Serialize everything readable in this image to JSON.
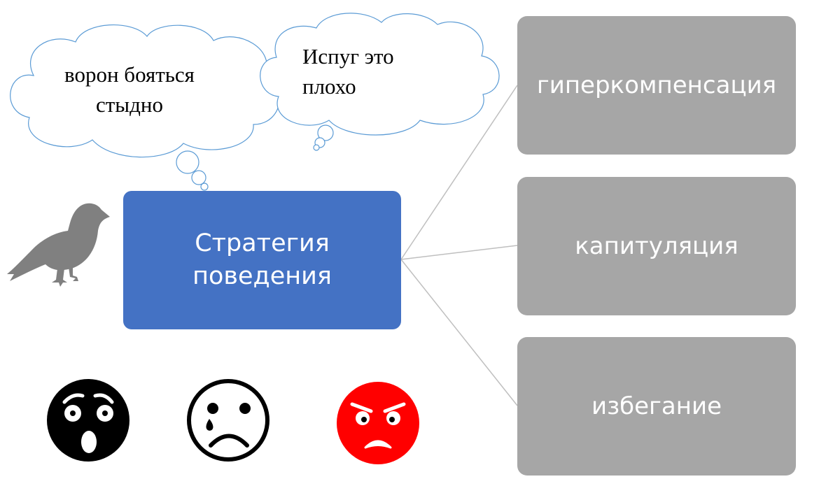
{
  "center_node": {
    "lines": [
      "Стратегия",
      "поведения"
    ],
    "color": "#4472c4"
  },
  "strategies": [
    {
      "label": "гиперкомпенсация"
    },
    {
      "label": "капитуляция"
    },
    {
      "label": "избегание"
    }
  ],
  "strategy_color": "#a6a6a6",
  "connector_color": "#bfbfbf",
  "thought_bubbles": [
    {
      "lines": [
        "ворон бояться",
        "стыдно"
      ]
    },
    {
      "lines": [
        "Испуг это",
        "плохо"
      ]
    }
  ],
  "cloud_outline_color": "#5b9bd5",
  "figures": {
    "bird": {
      "icon": "bird-silhouette-icon",
      "color": "#808080"
    },
    "faces": [
      {
        "icon": "shocked-face-icon",
        "color": "#000000"
      },
      {
        "icon": "crying-face-icon",
        "color": "#000000"
      },
      {
        "icon": "angry-face-icon",
        "color": "#ff0000"
      }
    ]
  }
}
